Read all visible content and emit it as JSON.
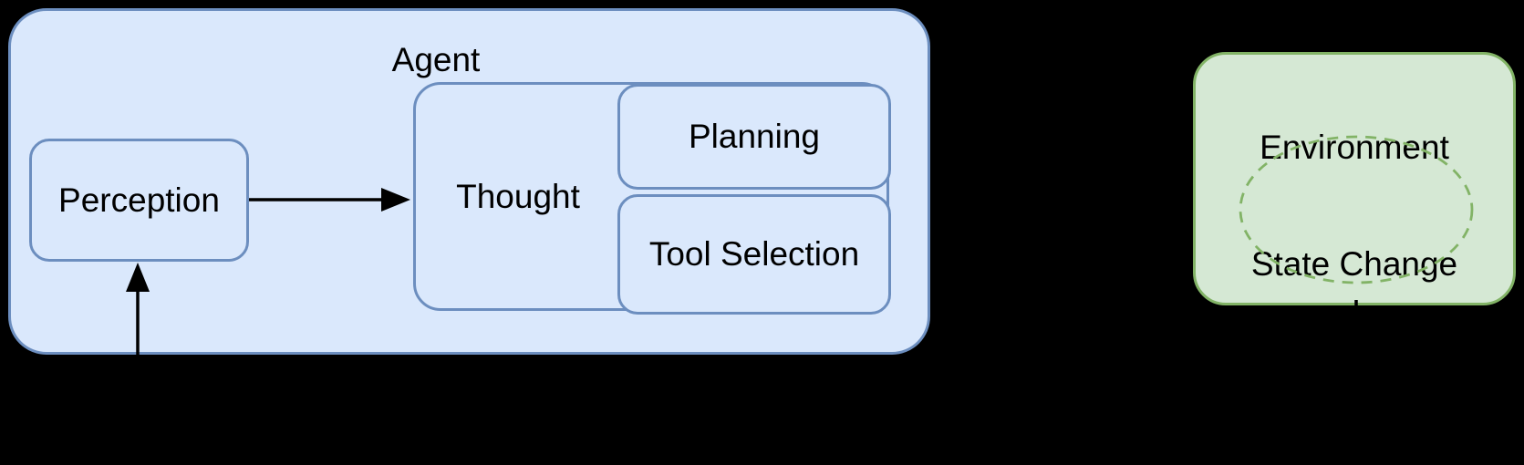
{
  "canvas": {
    "background": "#000000"
  },
  "colors": {
    "agent_fill": "#dae8fc",
    "agent_stroke": "#6c8ebf",
    "environment_fill": "#d5e8d4",
    "environment_stroke": "#82b366",
    "arrow": "#000000",
    "text": "#000000"
  },
  "diagram": {
    "agent": {
      "label": "Agent"
    },
    "perception": {
      "label": "Perception"
    },
    "thought": {
      "label": "Thought"
    },
    "planning": {
      "label": "Planning"
    },
    "tool_selection": {
      "label": "Tool Selection"
    },
    "environment": {
      "label": "Environment"
    },
    "state_change": {
      "label": "State Change"
    },
    "arrows": [
      {
        "name": "perception-to-thought",
        "direction": "right"
      },
      {
        "name": "bottom-into-perception",
        "direction": "up"
      },
      {
        "name": "environment-bottom-stub",
        "direction": "down"
      }
    ]
  }
}
